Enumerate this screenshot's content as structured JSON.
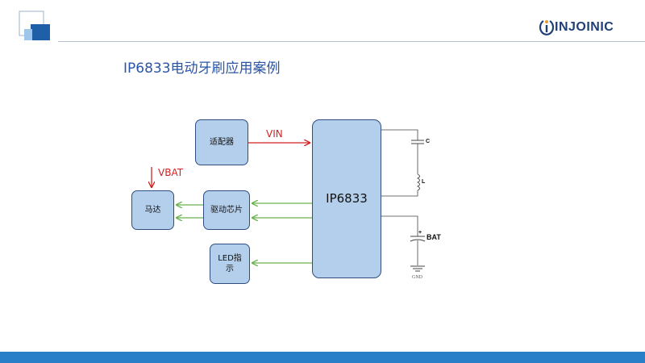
{
  "brand": {
    "logo_text": "INJOINIC"
  },
  "page": {
    "title": "IP6833电动牙刷应用案例"
  },
  "blocks": {
    "adapter": "适配器",
    "ic": "IP6833",
    "motor": "马达",
    "driver": "驱动芯片",
    "led_line1": "LED指",
    "led_line2": "示"
  },
  "signals": {
    "vin": "VIN",
    "vbat": "VBAT"
  },
  "components": {
    "capacitor": "C",
    "inductor": "L",
    "battery": "BAT",
    "battery_sign": "+",
    "ground": "GND"
  },
  "colors": {
    "power_line": "#d42020",
    "signal_line": "#6ab04c",
    "block_fill": "#b4cfec",
    "block_border": "#2e4f7e",
    "accent": "#2a7fc9"
  }
}
